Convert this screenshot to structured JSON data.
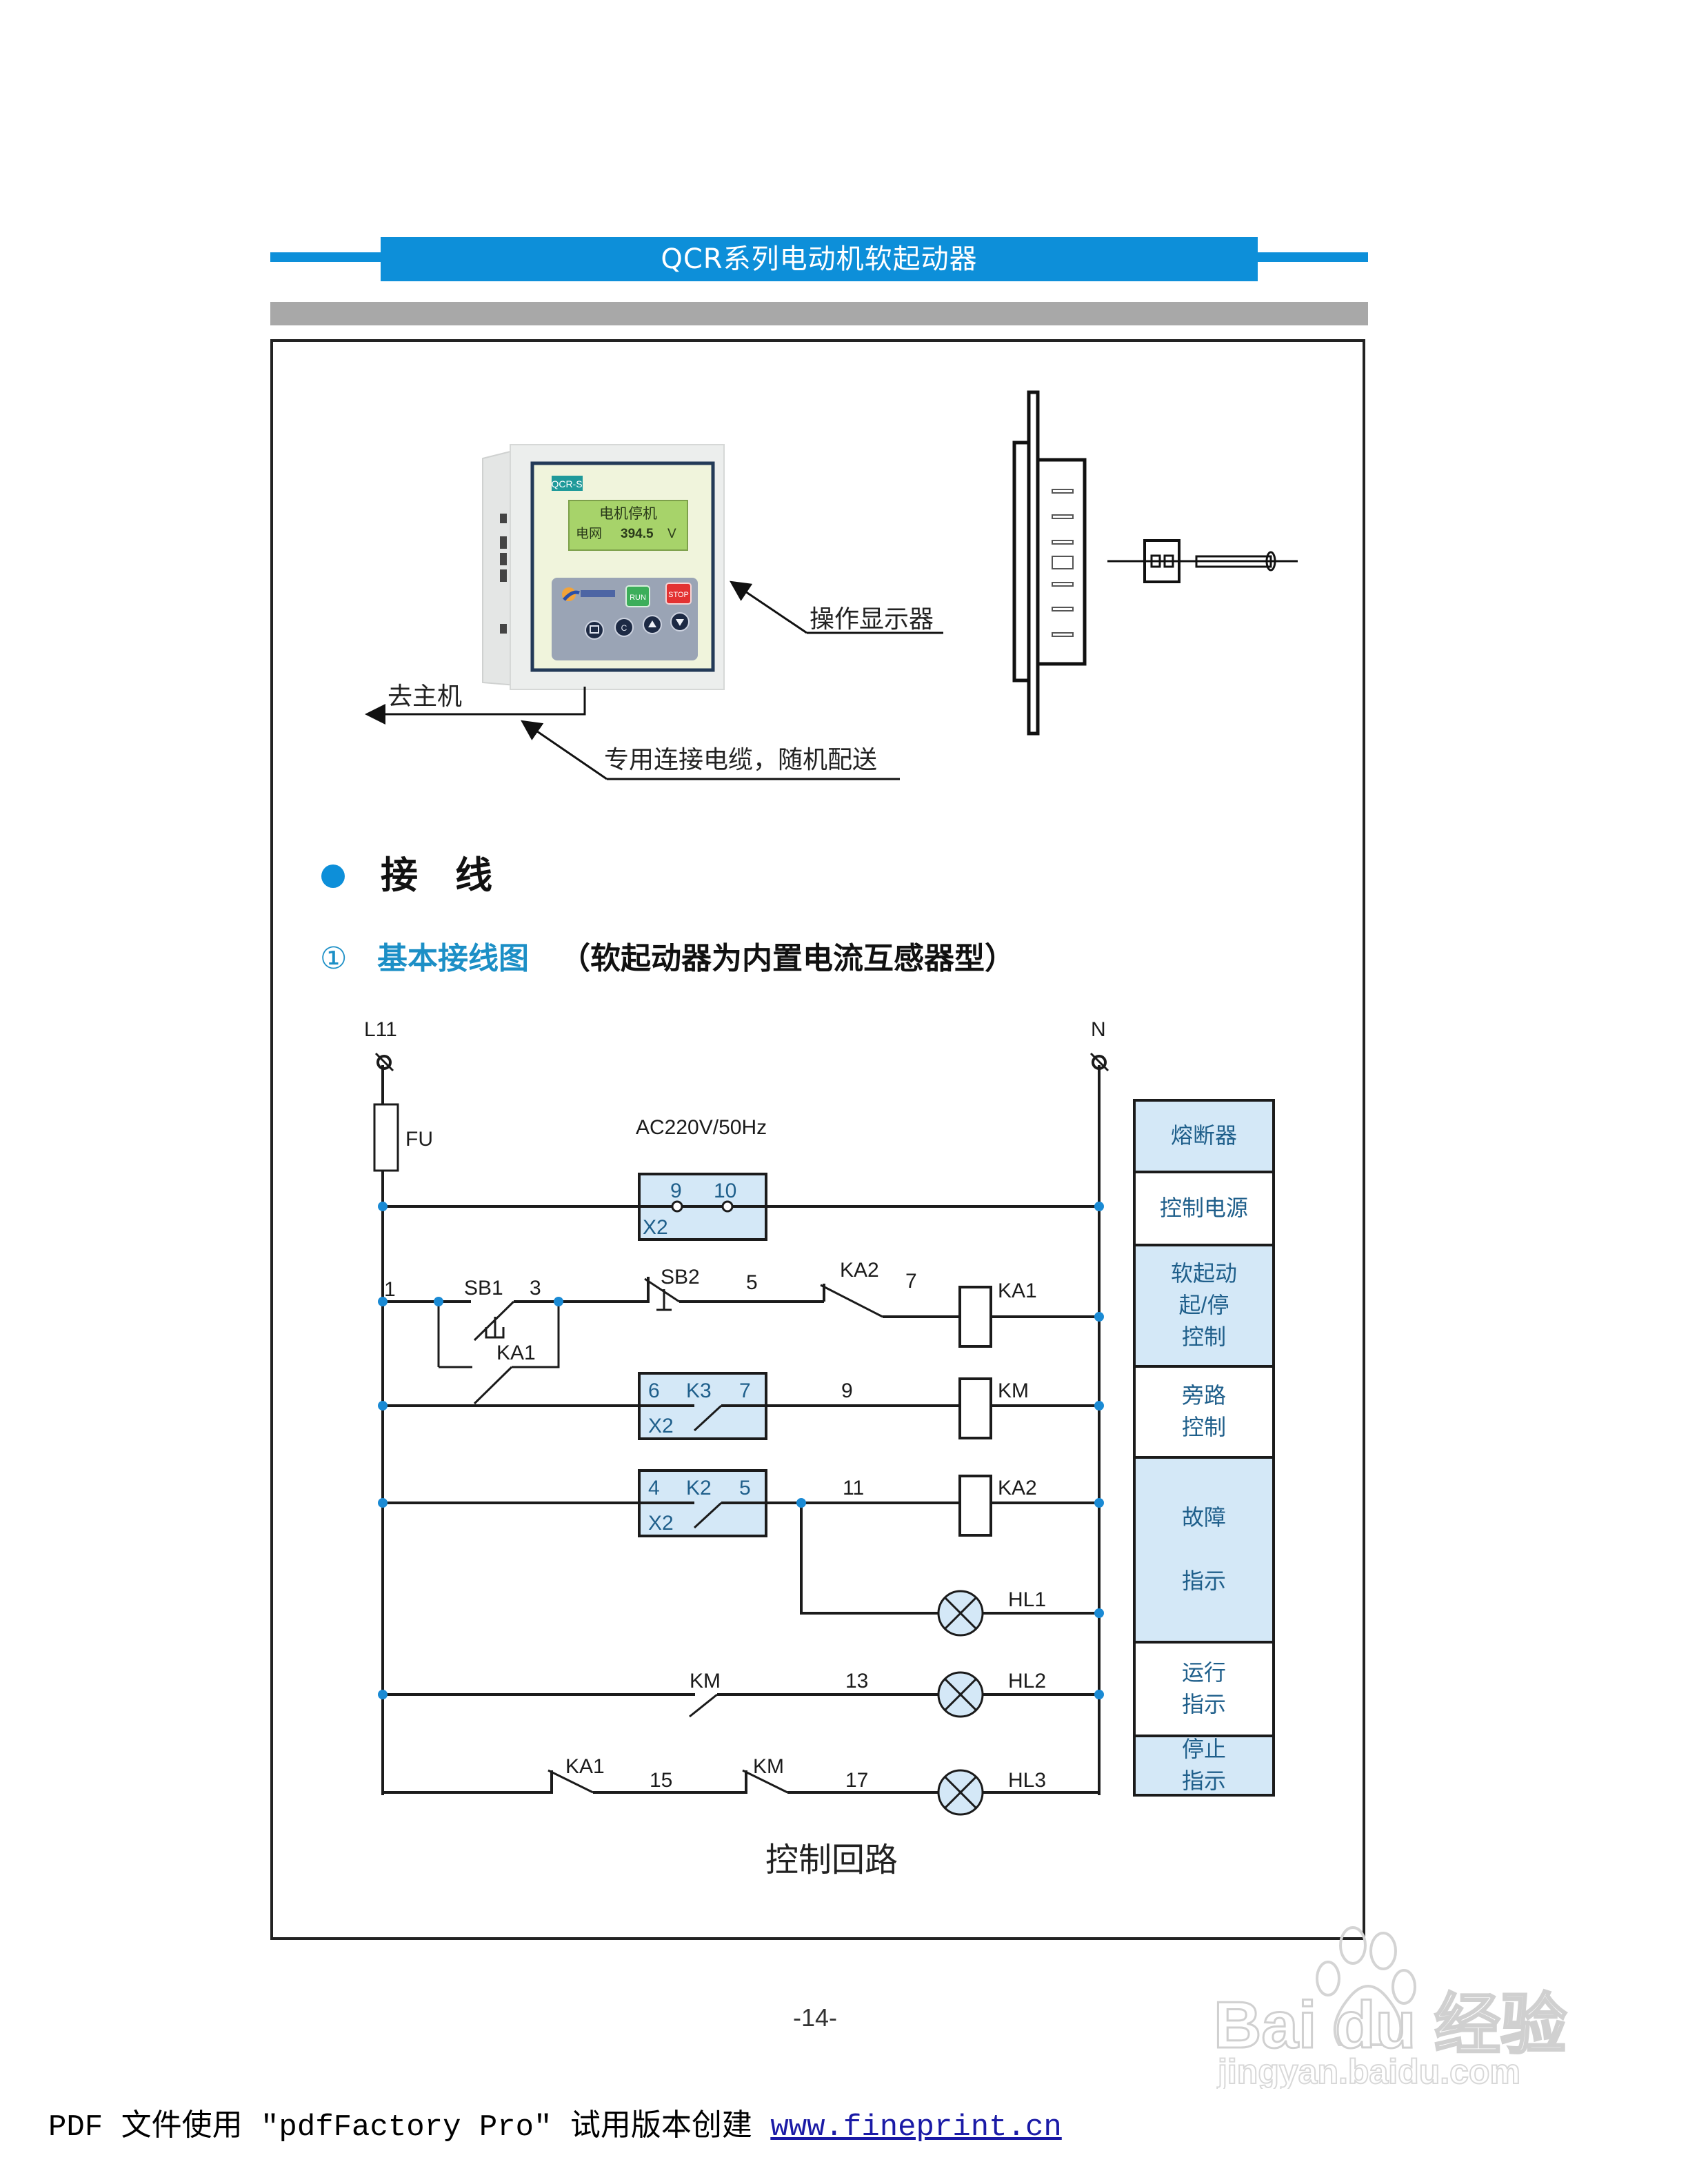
{
  "header": {
    "title": "QCR系列电动机软起动器"
  },
  "device": {
    "model_badge": "QCR-S",
    "lcd_line1": "电机停机",
    "lcd_line2_label": "电网",
    "lcd_line2_value": "394.5",
    "lcd_line2_unit": "V",
    "run_button": "RUN",
    "stop_button": "STOP",
    "key_c": "C",
    "callout_display": "操作显示器",
    "callout_host": "去主机",
    "callout_cable": "专用连接电缆，随机配送"
  },
  "section": {
    "title": "接　线",
    "subtitle_num": "①",
    "subtitle_main": "基本接线图",
    "subtitle_note": "（软起动器为内置电流互感器型）"
  },
  "schematic": {
    "line_label": "L11",
    "neutral_label": "N",
    "fuse_label": "FU",
    "supply_label": "AC220V/50Hz",
    "caption": "控制回路",
    "terminal_power": {
      "pin_a": "9",
      "pin_b": "10",
      "block": "X2"
    },
    "terminal_k3": {
      "pin_a": "6",
      "relay": "K3",
      "pin_b": "7",
      "block": "X2"
    },
    "terminal_k2": {
      "pin_a": "4",
      "relay": "K2",
      "pin_b": "5",
      "block": "X2"
    },
    "node_labels": [
      "1",
      "3",
      "5",
      "7",
      "9",
      "11",
      "13",
      "15",
      "17"
    ],
    "component_labels": {
      "sb1": "SB1",
      "sb2": "SB2",
      "ka1_hold": "KA1",
      "ka2_nc": "KA2",
      "coil_ka1": "KA1",
      "coil_km": "KM",
      "coil_ka2": "KA2",
      "hl1": "HL1",
      "hl2": "HL2",
      "hl3": "HL3",
      "km_no": "KM",
      "ka1_nc": "KA1",
      "km_nc": "KM"
    },
    "legend": [
      {
        "label": "熔断器",
        "shaded": true
      },
      {
        "label": "控制电源",
        "shaded": false
      },
      {
        "label": "软起动\n起/停\n控制",
        "shaded": true
      },
      {
        "label": "旁路\n控制",
        "shaded": false
      },
      {
        "label": "故障\n\n指示",
        "shaded": true
      },
      {
        "label": "运行\n指示",
        "shaded": false
      },
      {
        "label": "停止\n指示",
        "shaded": true
      }
    ]
  },
  "footer": {
    "page_number": "-14-",
    "pdf_notice": "PDF 文件使用 \"pdfFactory Pro\" 试用版本创建 ",
    "pdf_link": "www.fineprint.cn",
    "watermark_brand": "Bai du 经验",
    "watermark_url": "jingyan.baidu.com"
  },
  "colors": {
    "accent_blue": "#0d8fd9",
    "title_blue": "#1c8fc6",
    "legend_fill": "#d4e8f7",
    "legend_text": "#1f5f8b",
    "junction": "#1a8ad4"
  }
}
